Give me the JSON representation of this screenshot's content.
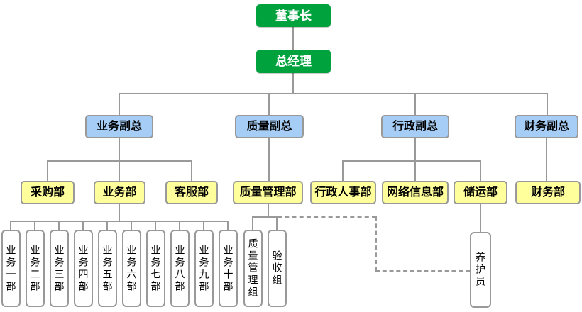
{
  "colors": {
    "executive_fill": "#00A23E",
    "executive_text": "#FFFFFF",
    "vp_fill": "#A6CDF5",
    "department_fill": "#FFFF9C",
    "unit_fill": "#FFFFFF",
    "connector_line": "#999999",
    "node_text": "#000000"
  },
  "org": {
    "chairman": {
      "label": "董事长"
    },
    "general_manager": {
      "label": "总经理"
    },
    "vice_presidents": [
      {
        "label": "业务副总"
      },
      {
        "label": "质量副总"
      },
      {
        "label": "行政副总"
      },
      {
        "label": "财务副总"
      }
    ],
    "departments": [
      {
        "label": "采购部",
        "parent": "业务副总"
      },
      {
        "label": "业务部",
        "parent": "业务副总"
      },
      {
        "label": "客服部",
        "parent": "业务副总"
      },
      {
        "label": "质量管理部",
        "parent": "质量副总"
      },
      {
        "label": "行政人事部",
        "parent": "行政副总"
      },
      {
        "label": "网络信息部",
        "parent": "行政副总"
      },
      {
        "label": "储运部",
        "parent": "行政副总"
      },
      {
        "label": "财务部",
        "parent": "财务副总"
      }
    ],
    "business_units": [
      {
        "label": "业务一部"
      },
      {
        "label": "业务二部"
      },
      {
        "label": "业务三部"
      },
      {
        "label": "业务四部"
      },
      {
        "label": "业务五部"
      },
      {
        "label": "业务六部"
      },
      {
        "label": "业务七部"
      },
      {
        "label": "业务八部"
      },
      {
        "label": "业务九部"
      },
      {
        "label": "业务十部"
      }
    ],
    "quality_groups": [
      {
        "label": "质量管理组",
        "parent": "质量管理部"
      },
      {
        "label": "验收组",
        "parent": "质量管理部"
      }
    ],
    "storage_staff": {
      "label": "养护员",
      "parent": "储运部"
    },
    "dashed_link": {
      "from": "质量管理部",
      "to": "养护员",
      "style": "dashed"
    }
  }
}
